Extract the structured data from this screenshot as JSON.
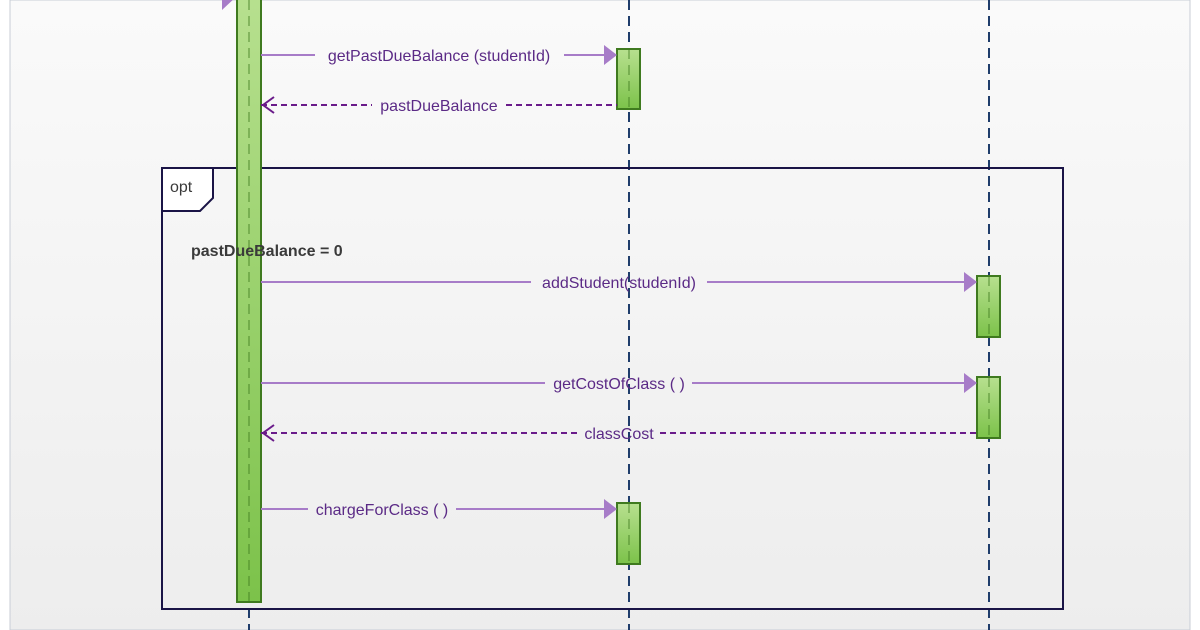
{
  "colors": {
    "lifeline": "#1f3d6b",
    "activation_fill_top": "#b7e08f",
    "activation_fill_bottom": "#7cc24a",
    "activation_stroke": "#3f7a1f",
    "sync_message": "#a77cc8",
    "return_message": "#6a1b8a",
    "message_text": "#5b2a86",
    "fragment_border": "#1a1446",
    "guard_text": "#3a3a3a"
  },
  "fragment": {
    "operator": "opt",
    "guard": "pastDueBalance = 0"
  },
  "messages": [
    {
      "id": "m1",
      "label": "getPastDueBalance (studentId)",
      "kind": "sync"
    },
    {
      "id": "m2",
      "label": "pastDueBalance",
      "kind": "return"
    },
    {
      "id": "m3",
      "label": "addStudent(studenId)",
      "kind": "sync"
    },
    {
      "id": "m4",
      "label": "getCostOfClass ( )",
      "kind": "sync"
    },
    {
      "id": "m5",
      "label": "classCost",
      "kind": "return"
    },
    {
      "id": "m6",
      "label": "chargeForClass ( )",
      "kind": "sync"
    }
  ]
}
